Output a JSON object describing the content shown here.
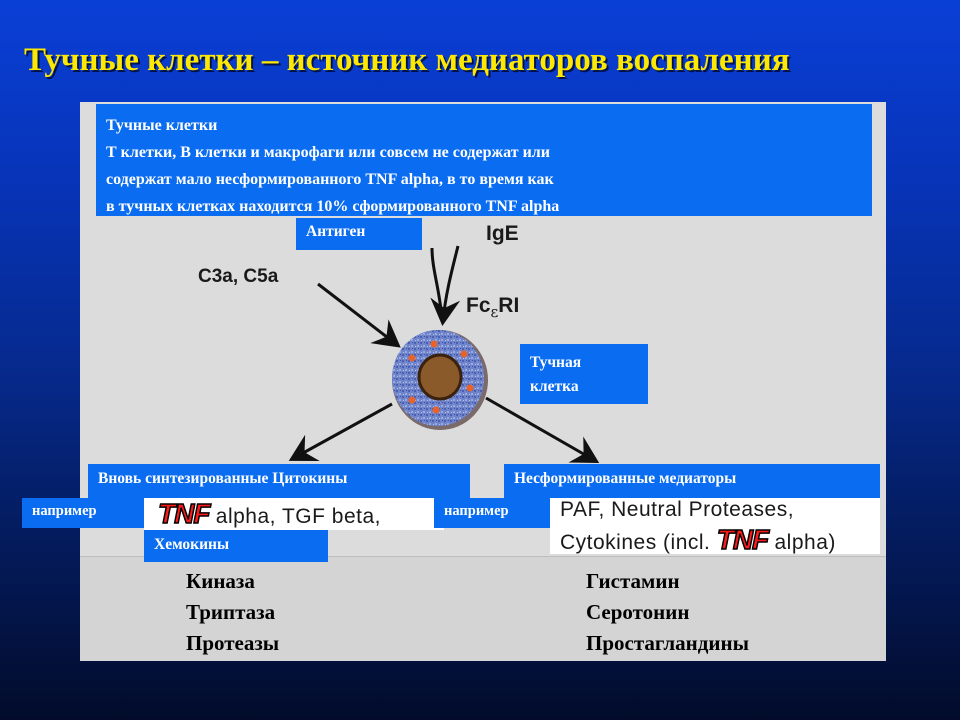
{
  "title": "Тучные клетки – источник медиаторов воспаления",
  "info": {
    "lines": [
      "Тучные клетки",
      "Т клетки, В клетки и макрофаги или совсем не содержат или",
      "содержат мало несформированного TNF alpha, в то время как",
      "в тучных клетках находится 10% сформированного TNF alpha"
    ]
  },
  "labels": {
    "antigen": "Антиген",
    "ige": "IgE",
    "c3a_c5a": "C3a, C5a",
    "fc_receptor_prefix": "Fc",
    "fc_receptor_sub": "ε",
    "fc_receptor_suffix": "RI",
    "mast_cell_line1": "Тучная",
    "mast_cell_line2": "клетка"
  },
  "left_branch": {
    "header": "Вновь синтезированные Цитокины",
    "example_label": "например",
    "tnf": "TNF",
    "example_text": " alpha, TGF beta,",
    "chemokines": "Хемокины",
    "items": [
      "Киназа",
      "Триптаза",
      "Протеазы"
    ]
  },
  "right_branch": {
    "header": "Несформированные медиаторы",
    "example_label": "например",
    "example_line1": "PAF, Neutral Proteases,",
    "example_line2_a": "Cytokines (incl. ",
    "tnf": "TNF",
    "example_line2_b": " alpha)",
    "items": [
      "Гистамин",
      "Серотонин",
      "Простагландины"
    ]
  },
  "colors": {
    "title": "#ffe800",
    "box": "#0a6cf0",
    "tnf": "#ff1a1a",
    "cell_outer": "#6f84c9",
    "cell_nucleus": "#8a5a2b",
    "granule": "#e8632a"
  }
}
